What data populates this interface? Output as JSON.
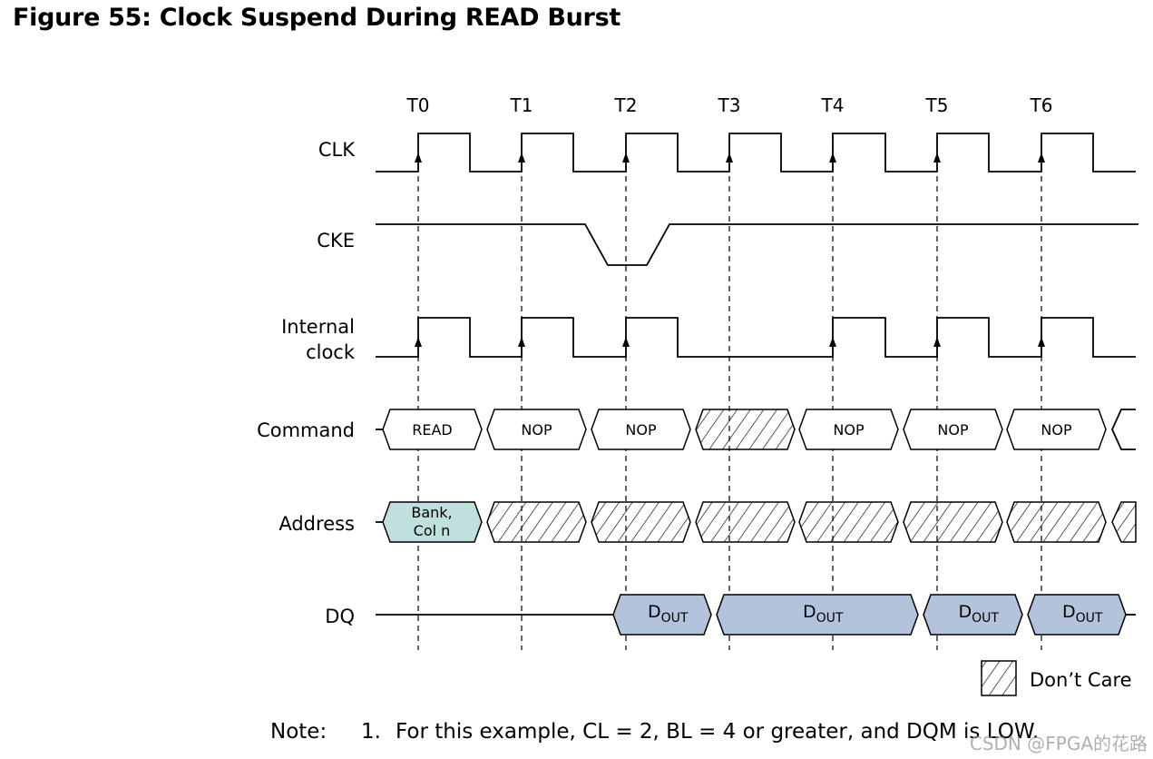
{
  "figure": {
    "title": "Figure 55: Clock Suspend During READ Burst"
  },
  "clock_ticks": [
    "T0",
    "T1",
    "T2",
    "T3",
    "T4",
    "T5",
    "T6"
  ],
  "signals": {
    "clk": "CLK",
    "cke": "CKE",
    "internal_clock_line1": "Internal",
    "internal_clock_line2": "clock",
    "command": "Command",
    "address": "Address",
    "dq": "DQ"
  },
  "command_cells": [
    "READ",
    "NOP",
    "NOP",
    "",
    "NOP",
    "NOP",
    "NOP"
  ],
  "address_cells": {
    "first_line1": "Bank,",
    "first_line2": "Col n"
  },
  "dq_cells": {
    "base": "D",
    "sub": "OUT",
    "count": 4
  },
  "legend": {
    "dont_care": "Don’t Care"
  },
  "note": {
    "label": "Note:",
    "number": "1.",
    "text": "For this example, CL = 2, BL = 4 or greater, and DQM is LOW."
  },
  "watermark": "CSDN @FPGA的花路",
  "colors": {
    "address_fill": "#bfe0dc",
    "dq_fill": "#b4c3dc",
    "line": "#000000"
  }
}
